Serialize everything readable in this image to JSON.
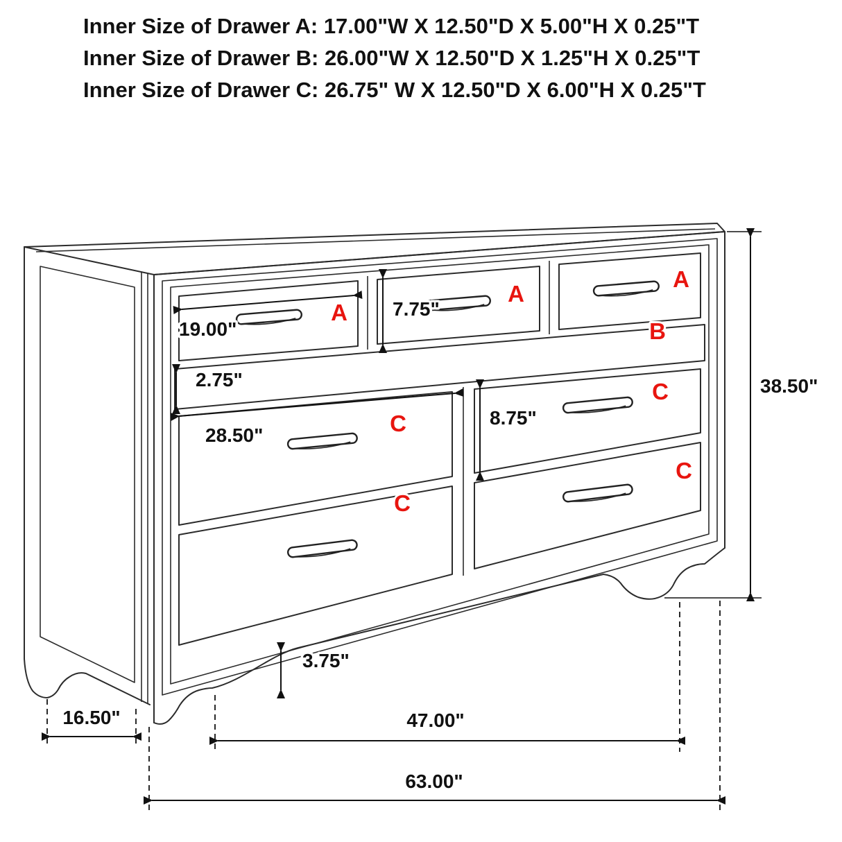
{
  "header": {
    "drawer_a_spec": "Inner Size of Drawer A: 17.00\"W X 12.50\"D X 5.00\"H X 0.25\"T",
    "drawer_b_spec": "Inner Size of Drawer B: 26.00\"W X 12.50\"D X 1.25\"H X 0.25\"T",
    "drawer_c_spec": "Inner Size of Drawer C: 26.75\" W X 12.50\"D X 6.00\"H X 0.25\"T"
  },
  "drawer_letters": {
    "a1": "A",
    "a2": "A",
    "a3": "A",
    "b": "B",
    "c_left_upper": "C",
    "c_left_lower": "C",
    "c_right_upper": "C",
    "c_right_lower": "C"
  },
  "dimensions": {
    "drawer_a_width": "19.00\"",
    "drawer_a_front_height": "7.75\"",
    "drawer_b_front_height": "2.75\"",
    "drawer_c_width": "28.50\"",
    "drawer_c_front_height": "8.75\"",
    "overall_height": "38.50\"",
    "base_height": "3.75\"",
    "side_depth": "16.50\"",
    "leg_span": "47.00\"",
    "overall_width": "63.00\""
  },
  "colors": {
    "letter_red": "#e8150f",
    "line_dark": "#2b2b2b"
  }
}
